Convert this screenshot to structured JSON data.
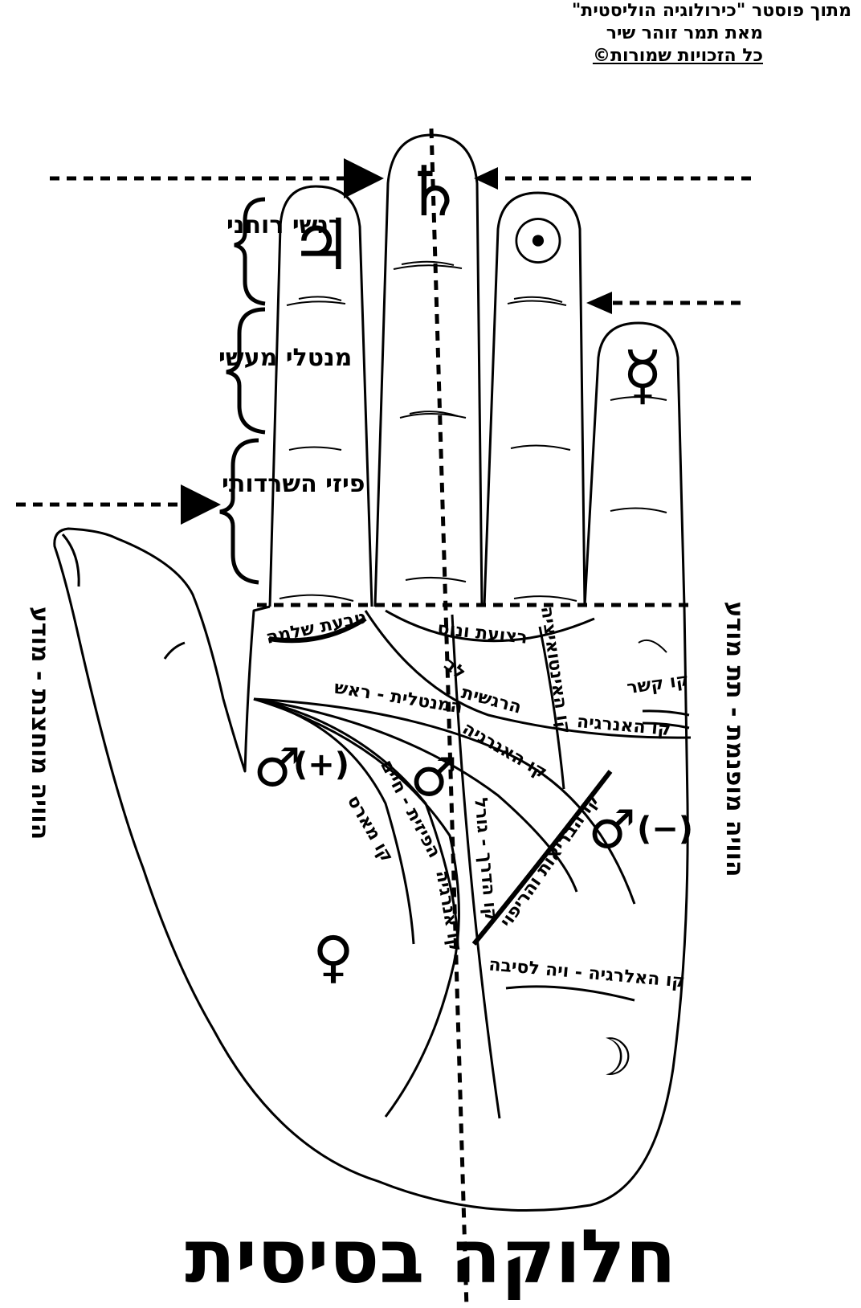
{
  "header": {
    "line1": "מתוך פוסטר \"כירולוגיה הוליסטית\"",
    "line2": "מאת תמר זוהר שיר",
    "line3": "כל הזכויות שמורות©"
  },
  "finger_sections": {
    "top": "רגשי רוחני",
    "middle": "מנטלי מעשי",
    "bottom": "פיזי השרדותי"
  },
  "side_labels": {
    "left": "הוויה מוחצנת - מודע",
    "right": "הוויה מופנמת - תת מודע"
  },
  "palm_lines": {
    "solomon": "טבעת שלמה",
    "venus": "רצועת ונוס",
    "intuition": "קו האינטואיציה",
    "heart": "לב",
    "connection": "קו קשר",
    "emotional": "הרגשית",
    "mental_head": "המנטלית - ראש",
    "energy_top": "קו האנרגיה",
    "energy_mid": "קו האנרגיה",
    "mars": "קו מארס",
    "life": "הפיזית - חיים",
    "vital": "קו אנרגיה",
    "fate": "קו הדרך - גורל",
    "health": "קו הבריאות והריפוי",
    "allergy": "קו האלרגיה - ויה לסיבה"
  },
  "symbols": {
    "jupiter": "♃",
    "saturn": "♄",
    "sun": "☉",
    "mercury": "☿",
    "mars": "♂",
    "venus": "♀",
    "moon": "☽",
    "mars_positive": "(+)",
    "mars_negative": "(−)"
  },
  "title": "חלוקה בסיסית"
}
